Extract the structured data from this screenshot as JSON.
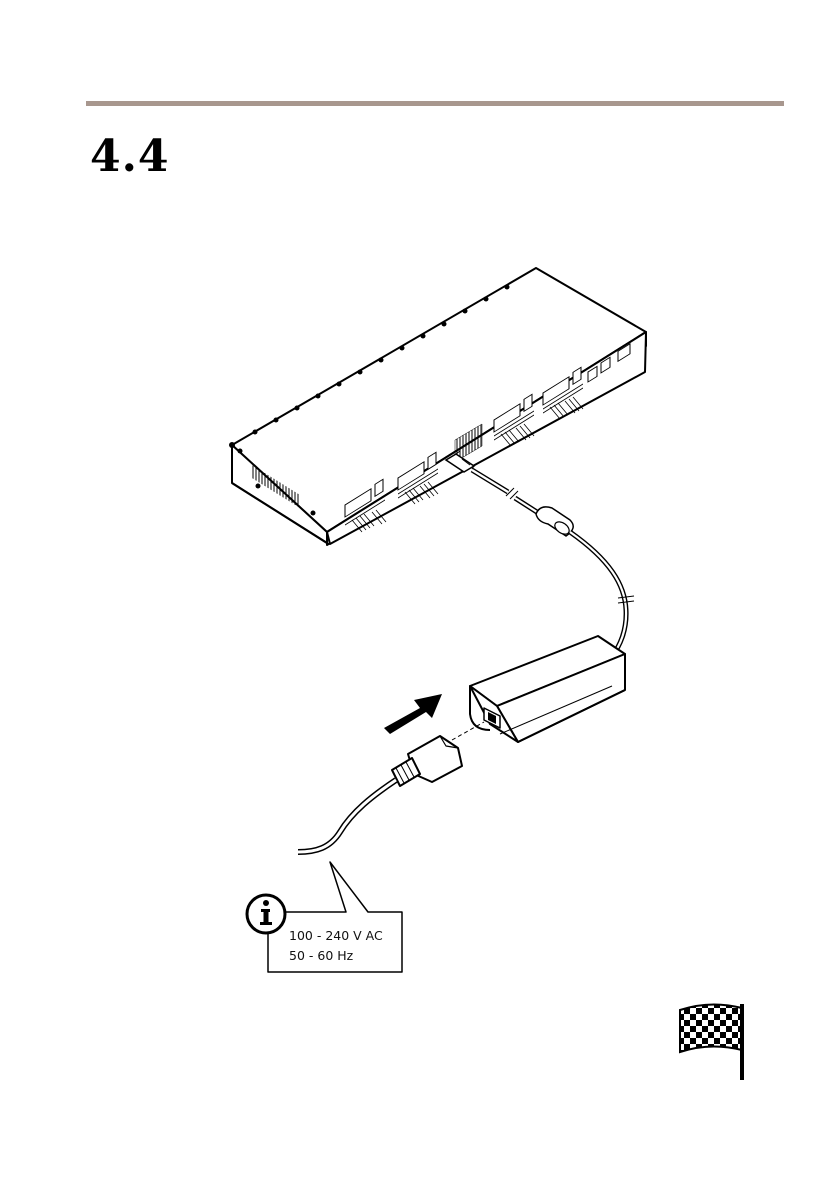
{
  "section": {
    "number": "4.4"
  },
  "figure": {
    "info_icon": "info-icon",
    "finish_icon": "checkered-flag-icon",
    "power_spec": {
      "voltage": "100 - 240 V AC",
      "frequency": "50 - 60 Hz"
    }
  }
}
